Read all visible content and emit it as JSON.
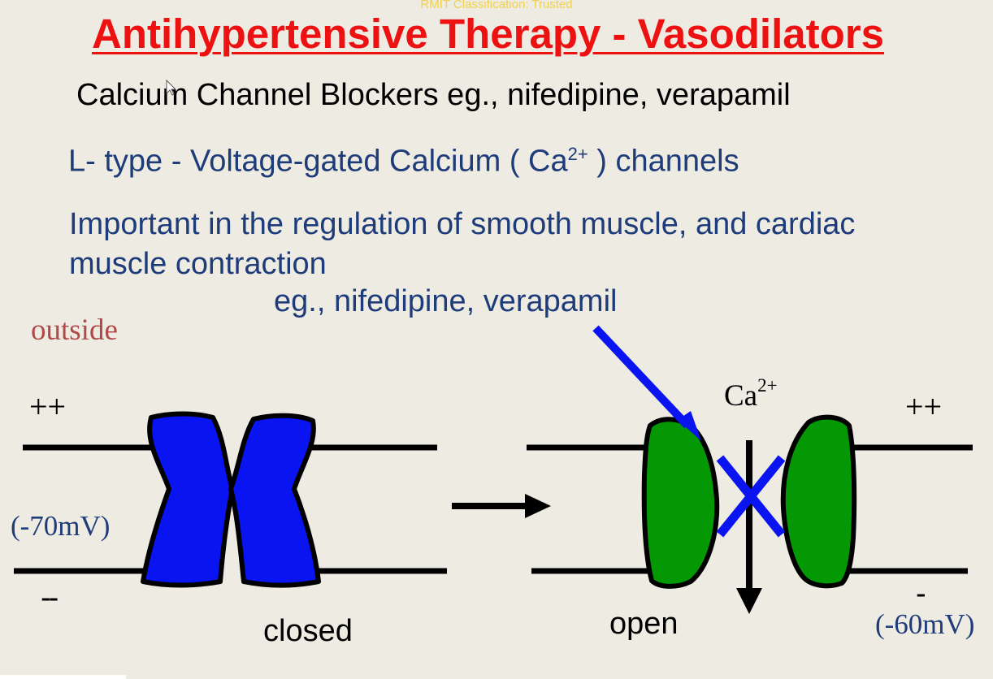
{
  "header": {
    "classification": "RMIT Classification: Trusted",
    "title": "Antihypertensive Therapy - Vasodilators",
    "subtitle": "Calcium Channel Blockers  eg.,  nifedipine,  verapamil"
  },
  "body": {
    "l_type_prefix": "L- type - Voltage-gated Calcium ( Ca",
    "l_type_sup": "2+",
    "l_type_suffix": " ) channels",
    "important_line1": "Important in the regulation of smooth muscle, and cardiac",
    "important_line2": "muscle contraction",
    "eg_drugs": "eg.,  nifedipine,  verapamil"
  },
  "diagram": {
    "outside_label": "outside",
    "plus_left": "++",
    "plus_right": "++",
    "minus_left": "--",
    "minus_right": "-",
    "voltage_left": "(-70mV)",
    "voltage_right": "(-60mV)",
    "ion_label": "Ca",
    "ion_charge": "2+",
    "closed_label": "closed",
    "open_label": "open",
    "colors": {
      "closed_channel": "#0a14f0",
      "open_channel": "#049904",
      "drug_arrow": "#0a14f0",
      "block_x": "#0a14f0",
      "membrane": "#000000"
    }
  }
}
